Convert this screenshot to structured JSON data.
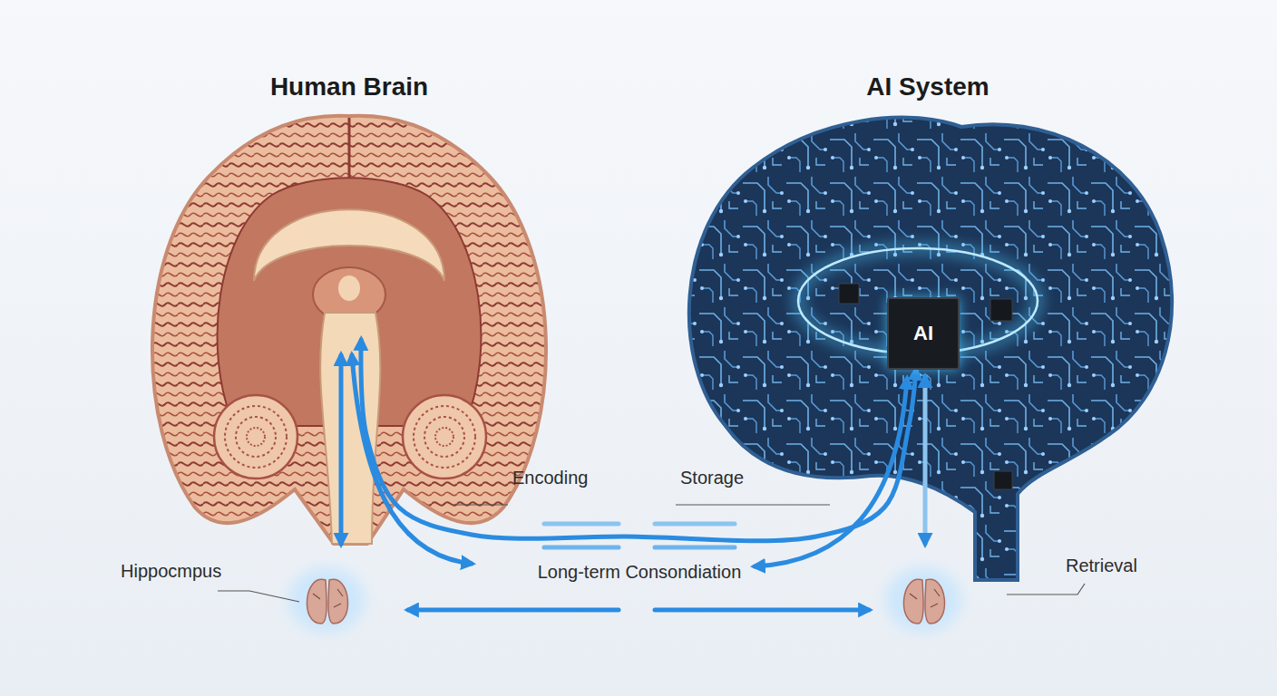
{
  "diagram": {
    "nodes": [
      {
        "text": [
          "Human Brain"
        ]
      },
      {
        "text": [
          "AI System"
        ]
      },
      {
        "text": [
          "AI"
        ],
        "in": 1
      }
    ],
    "edges": [
      {
        "from": 0,
        "to": 2,
        "arrow": "both"
      }
    ],
    "labels": [
      "Encoding",
      "Storage",
      "Long-term Consondiation",
      "Hippocmpus",
      "Retrieval"
    ]
  }
}
